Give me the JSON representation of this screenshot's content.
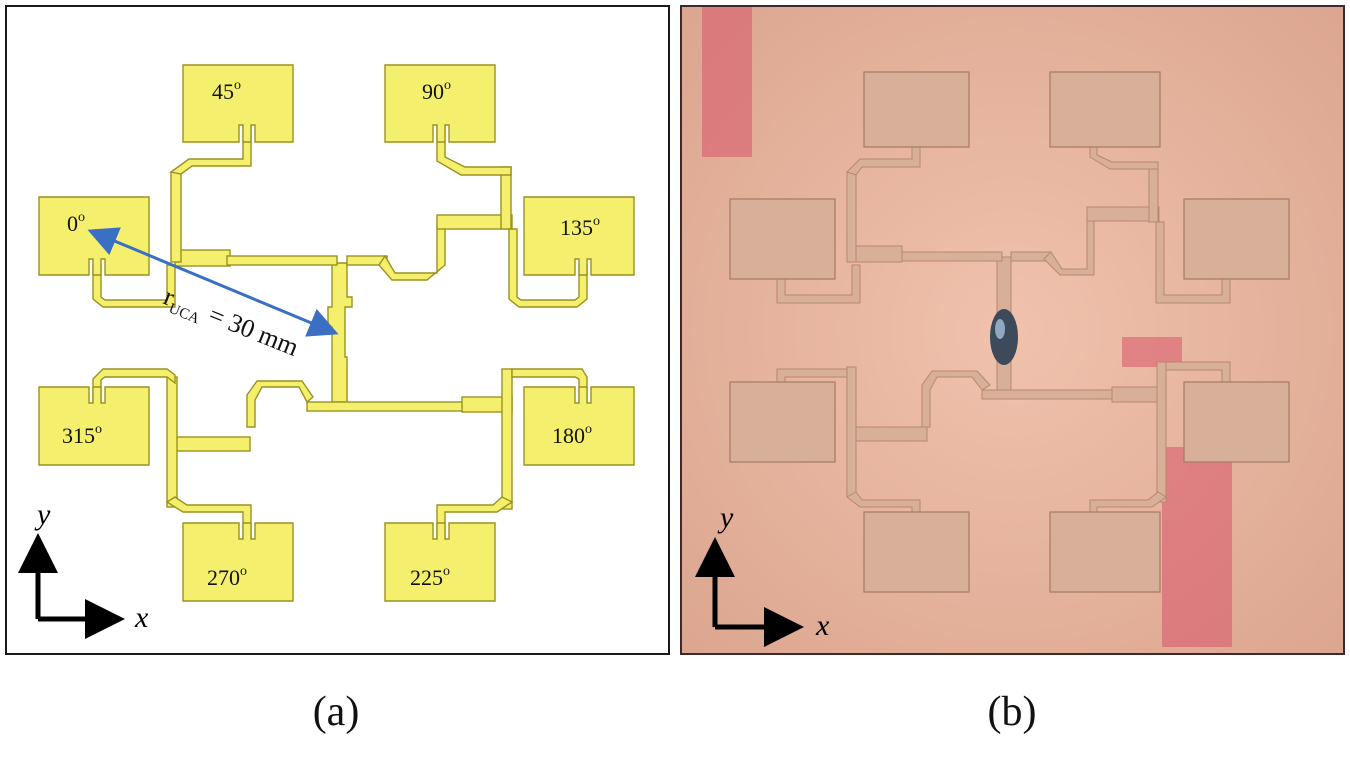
{
  "panel_a": {
    "patch_labels": {
      "p45": "45",
      "p90": "90",
      "p0": "0",
      "p135": "135",
      "p315": "315",
      "p180": "180",
      "p270": "270",
      "p225": "225"
    },
    "degree_symbol": "o",
    "radius_label": {
      "symbol": "r",
      "subscript": "UCA",
      "value": "= 30 mm"
    },
    "axis_x": "x",
    "axis_y": "y"
  },
  "panel_b": {
    "axis_x": "x",
    "axis_y": "y"
  },
  "captions": {
    "a": "(a)",
    "b": "(b)"
  },
  "colors": {
    "patch_fill": "#f5ef6e",
    "patch_stroke": "#9a9220",
    "radius_arrow": "#3b6fc4",
    "pcb_substrate": "#e8b8a2",
    "copper": "#ddb49a"
  }
}
